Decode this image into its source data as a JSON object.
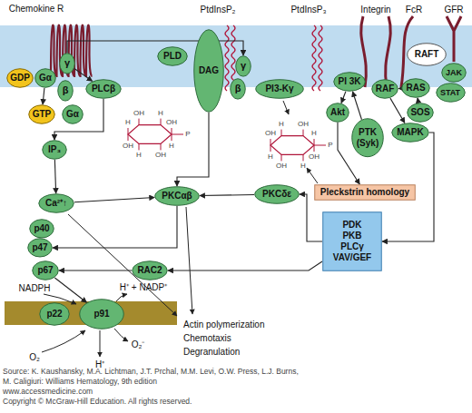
{
  "diagram": {
    "nodes": [
      {
        "text": [
          "GDP"
        ]
      },
      {
        "text": [
          "Gα"
        ]
      },
      {
        "text": [
          "γ"
        ]
      },
      {
        "text": [
          "β"
        ]
      },
      {
        "text": [
          "PLCβ"
        ]
      },
      {
        "text": [
          "PLD"
        ]
      },
      {
        "text": [
          "DAG"
        ]
      },
      {
        "text": [
          "γ"
        ]
      },
      {
        "text": [
          "β"
        ]
      },
      {
        "text": [
          "PI3-Kγ"
        ]
      },
      {
        "text": [
          "RAFT"
        ]
      },
      {
        "text": [
          "PI 3K"
        ]
      },
      {
        "text": [
          "RAF"
        ]
      },
      {
        "text": [
          "RAS"
        ]
      },
      {
        "text": [
          "JAK"
        ]
      },
      {
        "text": [
          "STAT"
        ]
      },
      {
        "text": [
          "GTP"
        ]
      },
      {
        "text": [
          "Gα"
        ]
      },
      {
        "text": [
          "Akt"
        ]
      },
      {
        "text": [
          "SOS"
        ]
      },
      {
        "text": [
          "PTK",
          "(Syk)"
        ]
      },
      {
        "text": [
          "MAPK"
        ]
      },
      {
        "text": [
          "IP₃"
        ]
      },
      {
        "text": [
          "Pleckstrin homology"
        ]
      },
      {
        "text": [
          "PKCδε"
        ]
      },
      {
        "text": [
          "Ca²⁺↑"
        ]
      },
      {
        "text": [
          "PKCαβ"
        ]
      },
      {
        "text": [
          "PDK",
          "PKB",
          "PLCγ",
          "VAV/GEF"
        ]
      },
      {
        "text": [
          "p40"
        ]
      },
      {
        "text": [
          "p47"
        ]
      },
      {
        "text": [
          "p67"
        ]
      },
      {
        "text": [
          "RAC2"
        ]
      },
      {
        "text": [
          "p22"
        ]
      },
      {
        "text": [
          "p91"
        ]
      }
    ],
    "edges": [
      {
        "from": 1,
        "to": 16,
        "arrow": "to"
      },
      {
        "from": 2,
        "to": 4,
        "arrow": "to"
      },
      {
        "from": 2,
        "to": 7,
        "arrow": "to"
      },
      {
        "from": 4,
        "to": 22,
        "arrow": "to"
      },
      {
        "from": 22,
        "to": 25,
        "arrow": "to"
      },
      {
        "from": 6,
        "to": 26,
        "arrow": "to"
      },
      {
        "from": 25,
        "to": 26,
        "arrow": "to"
      },
      {
        "from": 20,
        "to": 11,
        "arrow": "to"
      },
      {
        "from": 11,
        "to": 18,
        "arrow": "to"
      },
      {
        "from": 18,
        "to": 23,
        "arrow": "to"
      },
      {
        "from": 13,
        "to": 12,
        "arrow": "to"
      },
      {
        "from": 19,
        "to": 13,
        "arrow": "to"
      },
      {
        "from": 12,
        "to": 21,
        "arrow": "to"
      },
      {
        "from": 21,
        "to": 27,
        "arrow": "to"
      },
      {
        "from": 27,
        "to": 24,
        "arrow": "to"
      },
      {
        "from": 27,
        "to": 31,
        "arrow": "to"
      },
      {
        "from": 26,
        "to": 29,
        "arrow": "to"
      },
      {
        "from": 24,
        "to": 26,
        "arrow": "to"
      },
      {
        "from": 31,
        "to": 30,
        "arrow": "to"
      },
      {
        "from": 30,
        "to": 33,
        "arrow": "to"
      }
    ],
    "labels": [
      "Chemokine R",
      "PtdInsP₂",
      "PtdInsP₃",
      "Integrin",
      "FcR",
      "GFR",
      "OH",
      "H",
      "H",
      "OH",
      "OH",
      "H",
      "OH",
      "H",
      "P",
      "H",
      "OH",
      "OH",
      "H",
      "H",
      "OH",
      "H",
      "OH",
      "P",
      "NADPH",
      "H⁺ + NADP⁺",
      "O₂",
      "H⁺",
      "O₂⁻",
      "Actin polymerization",
      "Chemotaxis",
      "Degranulation",
      "Source: K. Kaushansky, M.A. Lichtman, J.T. Prchal, M.M. Levi, O.W. Press, L.J. Burns,",
      "M. Caligiuri: Williams Hematology, 9th edition",
      "www.accessmedicine.com",
      "Copyright © McGraw-Hill Education. All rights reserved."
    ]
  }
}
